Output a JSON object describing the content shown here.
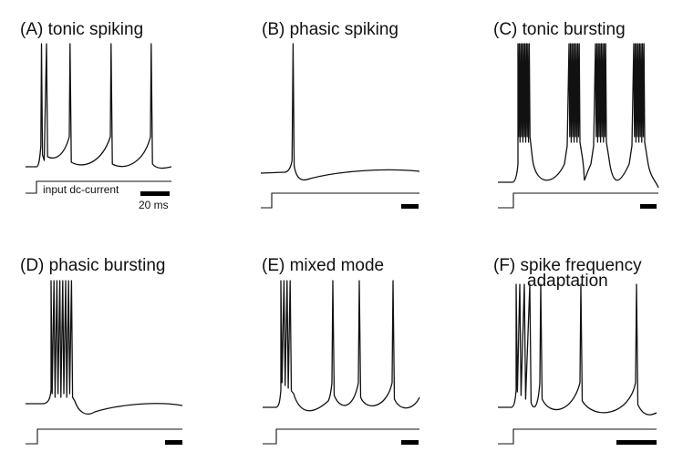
{
  "figure": {
    "panels": [
      {
        "id": "A",
        "title": "(A) tonic spiking",
        "input_label": "input dc-current",
        "scale_label": "20 ms"
      },
      {
        "id": "B",
        "title": "(B) phasic spiking"
      },
      {
        "id": "C",
        "title": "(C) tonic bursting"
      },
      {
        "id": "D",
        "title": "(D) phasic bursting"
      },
      {
        "id": "E",
        "title": "(E) mixed mode"
      },
      {
        "id": "F",
        "title": "(F) spike frequency",
        "title_line2": "adaptation"
      }
    ]
  }
}
